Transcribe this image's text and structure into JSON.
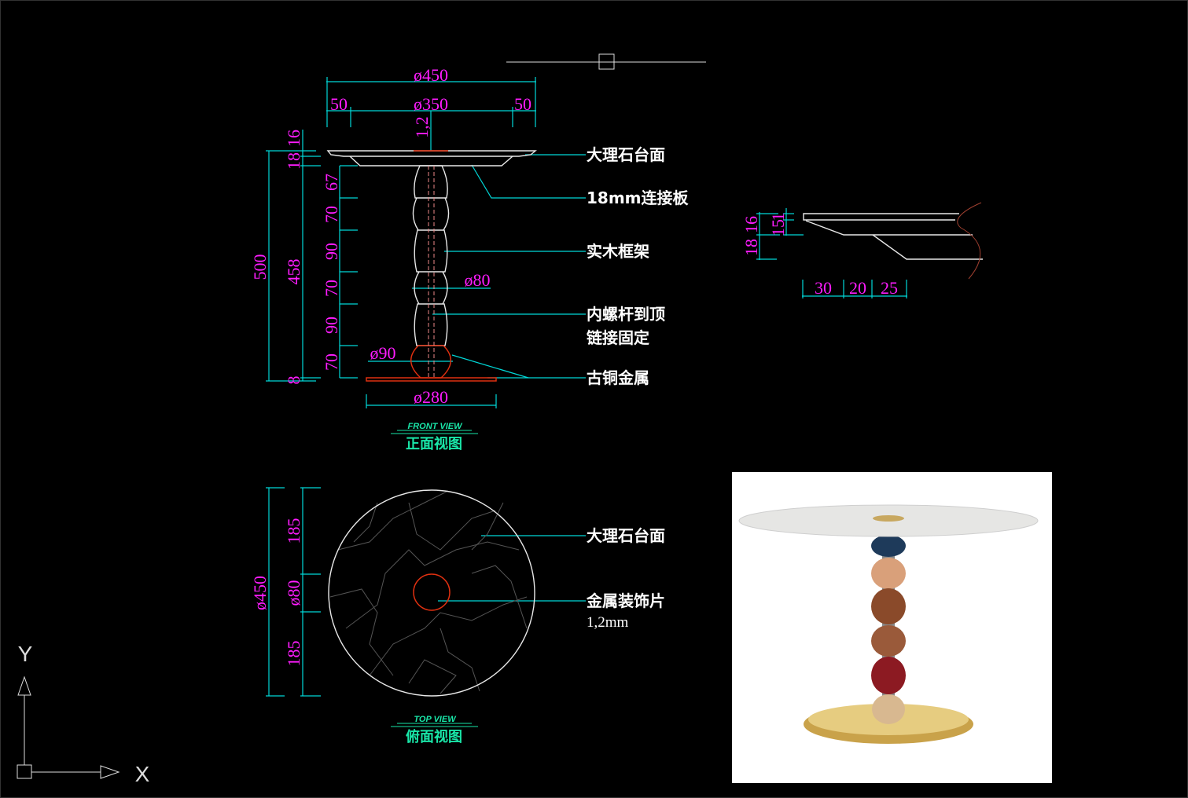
{
  "front_view": {
    "dims": {
      "d450": "ø450",
      "d350": "ø350",
      "left50": "50",
      "right50": "50",
      "t12": "1,2",
      "h16": "16",
      "h18": "18",
      "h500": "500",
      "h458": "458",
      "h8": "8",
      "segments": [
        "67",
        "70",
        "90",
        "70",
        "90",
        "70"
      ],
      "d80": "ø80",
      "d90": "ø90",
      "d280": "ø280"
    },
    "labels": {
      "top": "大理石台面",
      "plate": "18mm连接板",
      "frame": "实木框架",
      "rod1": "内螺杆到顶",
      "rod2": "链接固定",
      "metal": "古铜金属"
    },
    "title_en": "FRONT VIEW",
    "title_cn": "正面视图"
  },
  "detail": {
    "h16": "16",
    "h18": "18",
    "h1": "1",
    "h15": "15",
    "w30": "30",
    "w20": "20",
    "w25": "25"
  },
  "top_view": {
    "dims": {
      "d450": "ø450",
      "d80": "ø80",
      "top185": "185",
      "bottom185": "185"
    },
    "labels": {
      "top": "大理石台面",
      "metal": "金属装饰片",
      "thickness": "1,2mm"
    },
    "title_en": "TOP VIEW",
    "title_cn": "俯面视图"
  },
  "ucs": {
    "x": "X",
    "y": "Y"
  },
  "colors": {
    "background": "#000000",
    "dimension": "#00d8d8",
    "dim_text": "#ff1cff",
    "title": "#19e6a8",
    "metal": "#e03010"
  }
}
